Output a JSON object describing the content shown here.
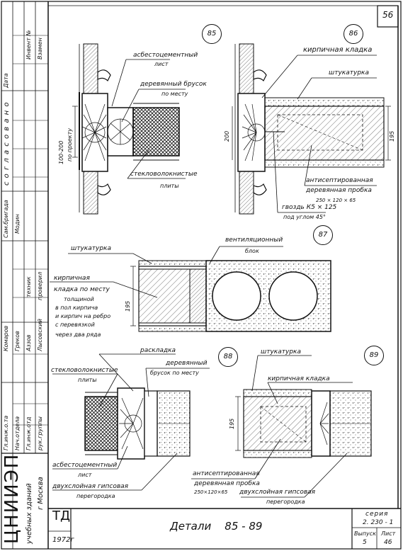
{
  "sheet": {
    "page_number": "56",
    "title": "Детали    85 - 89",
    "stamp": "ТД",
    "year": "1972г",
    "series_label": "серия",
    "series": "2. 230 - 1",
    "issue_label": "Выпуск",
    "issue": "5",
    "page_label": "Лист",
    "page": "46",
    "org": "ЦНИИЭП",
    "org_sub1": "учебных зданий",
    "org_sub2": "г Москва"
  },
  "side_stamp": {
    "date": "Дата",
    "inv": "Инвент №",
    "vzamen": "Взамен",
    "soglasovano": "с о г л а с о в а н о",
    "group": "Сам.бригада",
    "group_name": "Модин",
    "nach": "Аззов",
    "grekov": "Греков",
    "komarov": "Комаров",
    "lysovsky": "Лысовский",
    "tech": "техник",
    "check": "проверил",
    "gl_inzh": "Гл.инж.о.та",
    "nach_otd": "Нач.отдела",
    "gl_spec": "Гл.инж.отд",
    "ruk": "рук.группы"
  },
  "details": {
    "d85": {
      "num": "85",
      "l1": "асбестоцементный",
      "l1b": "лист",
      "l2": "деревянный брусок",
      "l2b": "по месту",
      "l3": "стекловолокнистые",
      "l3b": "плиты",
      "dim": "100-200",
      "dim_b": "по проекту"
    },
    "d86": {
      "num": "86",
      "l1": "кирпичная кладка",
      "l2": "штукатурка",
      "l3": "антисептированная",
      "l3b": "деревянная пробка",
      "l3c": "250 × 120 × 65",
      "l4": "гвоздь  К5 × 125",
      "l4b": "под углом 45°",
      "dim1": "200",
      "dim2": "195"
    },
    "d87": {
      "num": "87",
      "l1": "штукатурка",
      "l2": "вентиляционный",
      "l2b": "блок",
      "l3": "кирпичная",
      "l3b": "кладка  по месту",
      "l3c": "толщиной",
      "l3d": "в пол кирпича",
      "l3e": "и кирпич на ребро",
      "l3f": "с перевязкой",
      "l3g": "через два ряда",
      "dim": "195"
    },
    "d88": {
      "num": "88",
      "l1": "раскладка",
      "l2": "деревянный",
      "l2b": "брусок  по месту",
      "l3": "стекловолокнистые",
      "l3b": "плиты",
      "l4": "асбестоцементный",
      "l4b": "лист",
      "l5": "двухслойная гипсовая",
      "l5b": "перегородка"
    },
    "d89": {
      "num": "89",
      "l1": "штукатурка",
      "l2": "кирпичная  кладка",
      "l3": "антисептированная",
      "l3b": "деревянная  пробка",
      "l3c": "250×120×65",
      "l4": "двухслойная гипсовая",
      "l4b": "перегородка",
      "dim": "195"
    }
  }
}
